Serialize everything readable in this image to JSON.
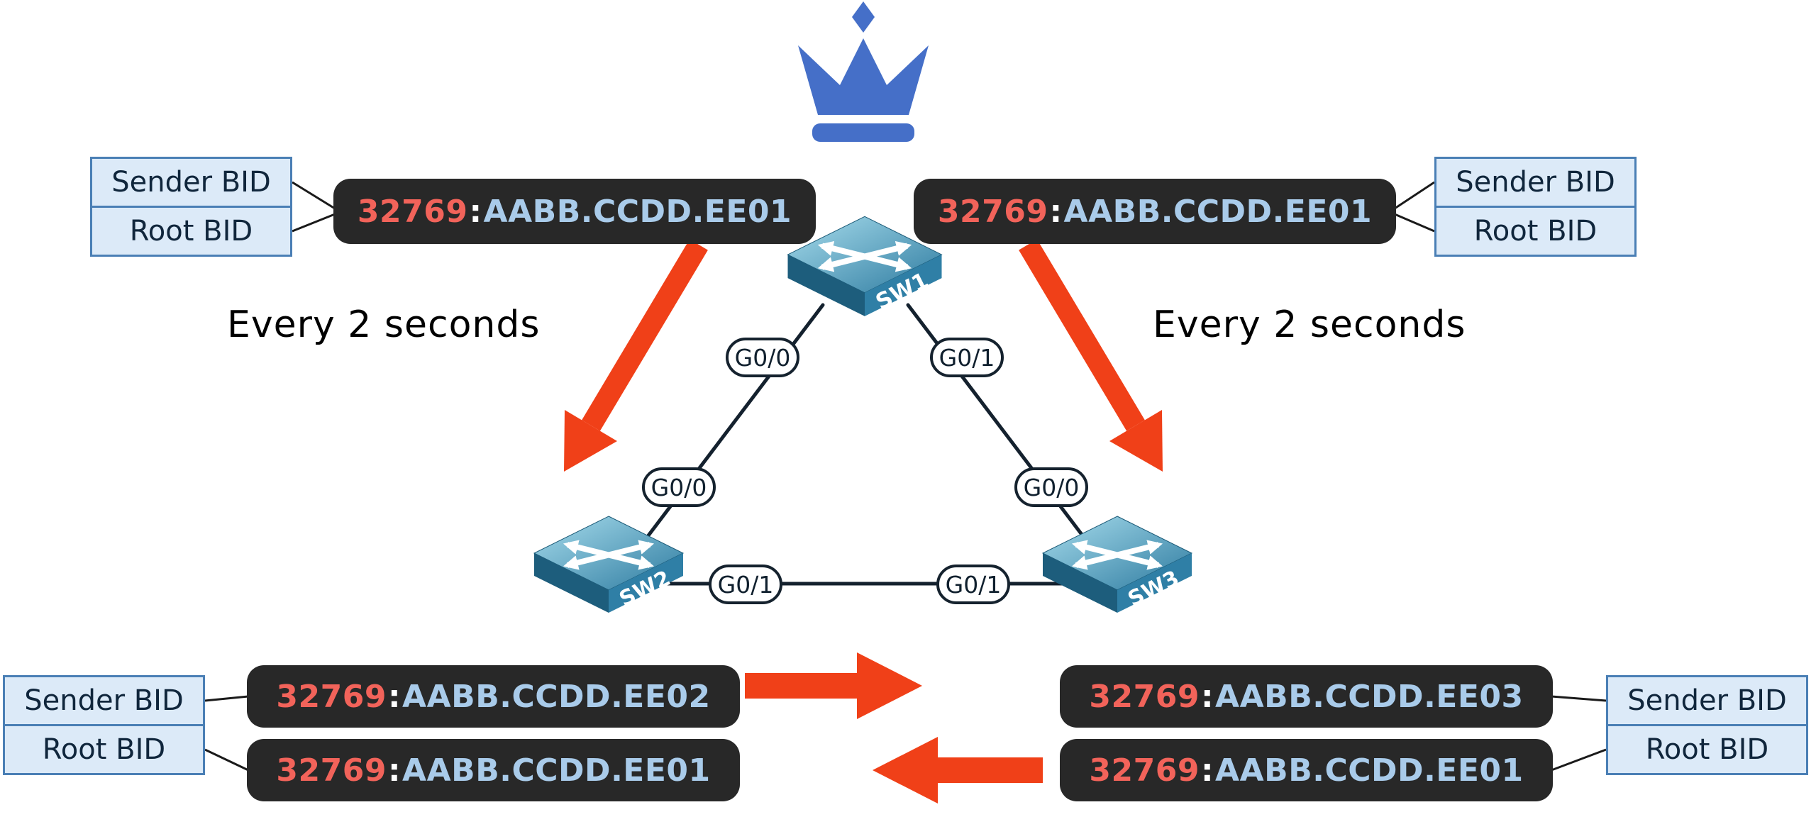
{
  "timers": {
    "left": "Every 2 seconds",
    "right": "Every 2 seconds"
  },
  "bpdu_pills": {
    "top_left": {
      "priority": "32769",
      "colon": ":",
      "mac": "AABB.CCDD.EE01"
    },
    "top_right": {
      "priority": "32769",
      "colon": ":",
      "mac": "AABB.CCDD.EE01"
    },
    "sw2_sender": {
      "priority": "32769",
      "colon": ":",
      "mac": "AABB.CCDD.EE02"
    },
    "sw2_root": {
      "priority": "32769",
      "colon": ":",
      "mac": "AABB.CCDD.EE01"
    },
    "sw3_sender": {
      "priority": "32769",
      "colon": ":",
      "mac": "AABB.CCDD.EE03"
    },
    "sw3_root": {
      "priority": "32769",
      "colon": ":",
      "mac": "AABB.CCDD.EE01"
    }
  },
  "callouts": {
    "top_left": {
      "sender": "Sender BID",
      "root": "Root BID"
    },
    "top_right": {
      "sender": "Sender BID",
      "root": "Root BID"
    },
    "bottom_left": {
      "sender": "Sender BID",
      "root": "Root BID"
    },
    "bottom_right": {
      "sender": "Sender BID",
      "root": "Root BID"
    }
  },
  "switches": {
    "sw1": "SW1",
    "sw2": "SW2",
    "sw3": "SW3"
  },
  "ports": {
    "sw1_g00": "G0/0",
    "sw1_g01": "G0/1",
    "sw2_g00": "G0/0",
    "sw2_g01": "G0/1",
    "sw3_g00": "G0/0",
    "sw3_g01": "G0/1"
  },
  "icons": {
    "crown": "crown-icon",
    "switch": "network-switch-icon",
    "arrow": "bpdu-flow-arrow"
  },
  "colors": {
    "priority_red": "#f2635a",
    "mac_blue": "#a9cbea",
    "pill_bg": "#282828",
    "arrow_red": "#f04018",
    "crown_blue": "#456fc8",
    "callout_bg": "#dceaf8",
    "callout_border": "#4a7fb5",
    "link_line": "#14212e"
  }
}
